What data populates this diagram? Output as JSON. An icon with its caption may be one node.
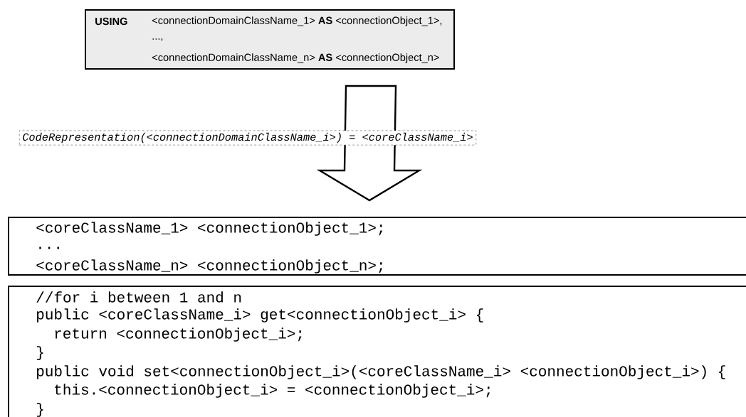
{
  "diagram": {
    "nodes": [
      {
        "text": [
          "USING",
          "<connectionDomainClassName_1> **AS** <connectionObject_1>,",
          "...,",
          "<connectionDomainClassName_n> **AS** <connectionObject_n>"
        ]
      },
      {
        "text": [
          "<coreClassName_1> <connectionObject_1>;",
          "...",
          "<coreClassName_n> <connectionObject_n>;"
        ]
      },
      {
        "text": [
          "//for i between 1 and n",
          "public <coreClassName_i> get<connectionObject_i> {",
          "return <connectionObject_i>;",
          "}",
          "public void set<connectionObject_i>(<coreClassName_i> <connectionObject_i>) {",
          "this.<connectionObject_i> = <connectionObject_i>;",
          "}"
        ]
      }
    ],
    "edges": [
      {
        "from": 0,
        "to": 1,
        "arrow": "to",
        "label": "CodeRepresentation(<connectionDomainClassName_i>) = <coreClassName_i>"
      }
    ]
  }
}
